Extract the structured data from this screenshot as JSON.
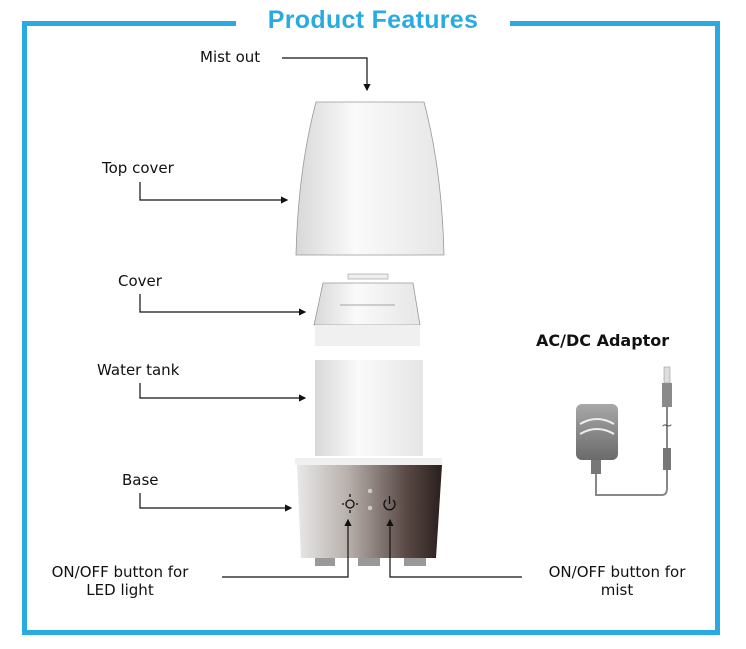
{
  "title": "Product Features",
  "labels": {
    "mist_out": "Mist out",
    "top_cover": "Top cover",
    "cover": "Cover",
    "water_tank": "Water tank",
    "base": "Base",
    "led_button_line1": "ON/OFF button for",
    "led_button_line2": "LED light",
    "mist_button_line1": "ON/OFF button for",
    "mist_button_line2": "mist",
    "adaptor": "AC/DC Adaptor"
  },
  "colors": {
    "accent": "#29abe2"
  }
}
